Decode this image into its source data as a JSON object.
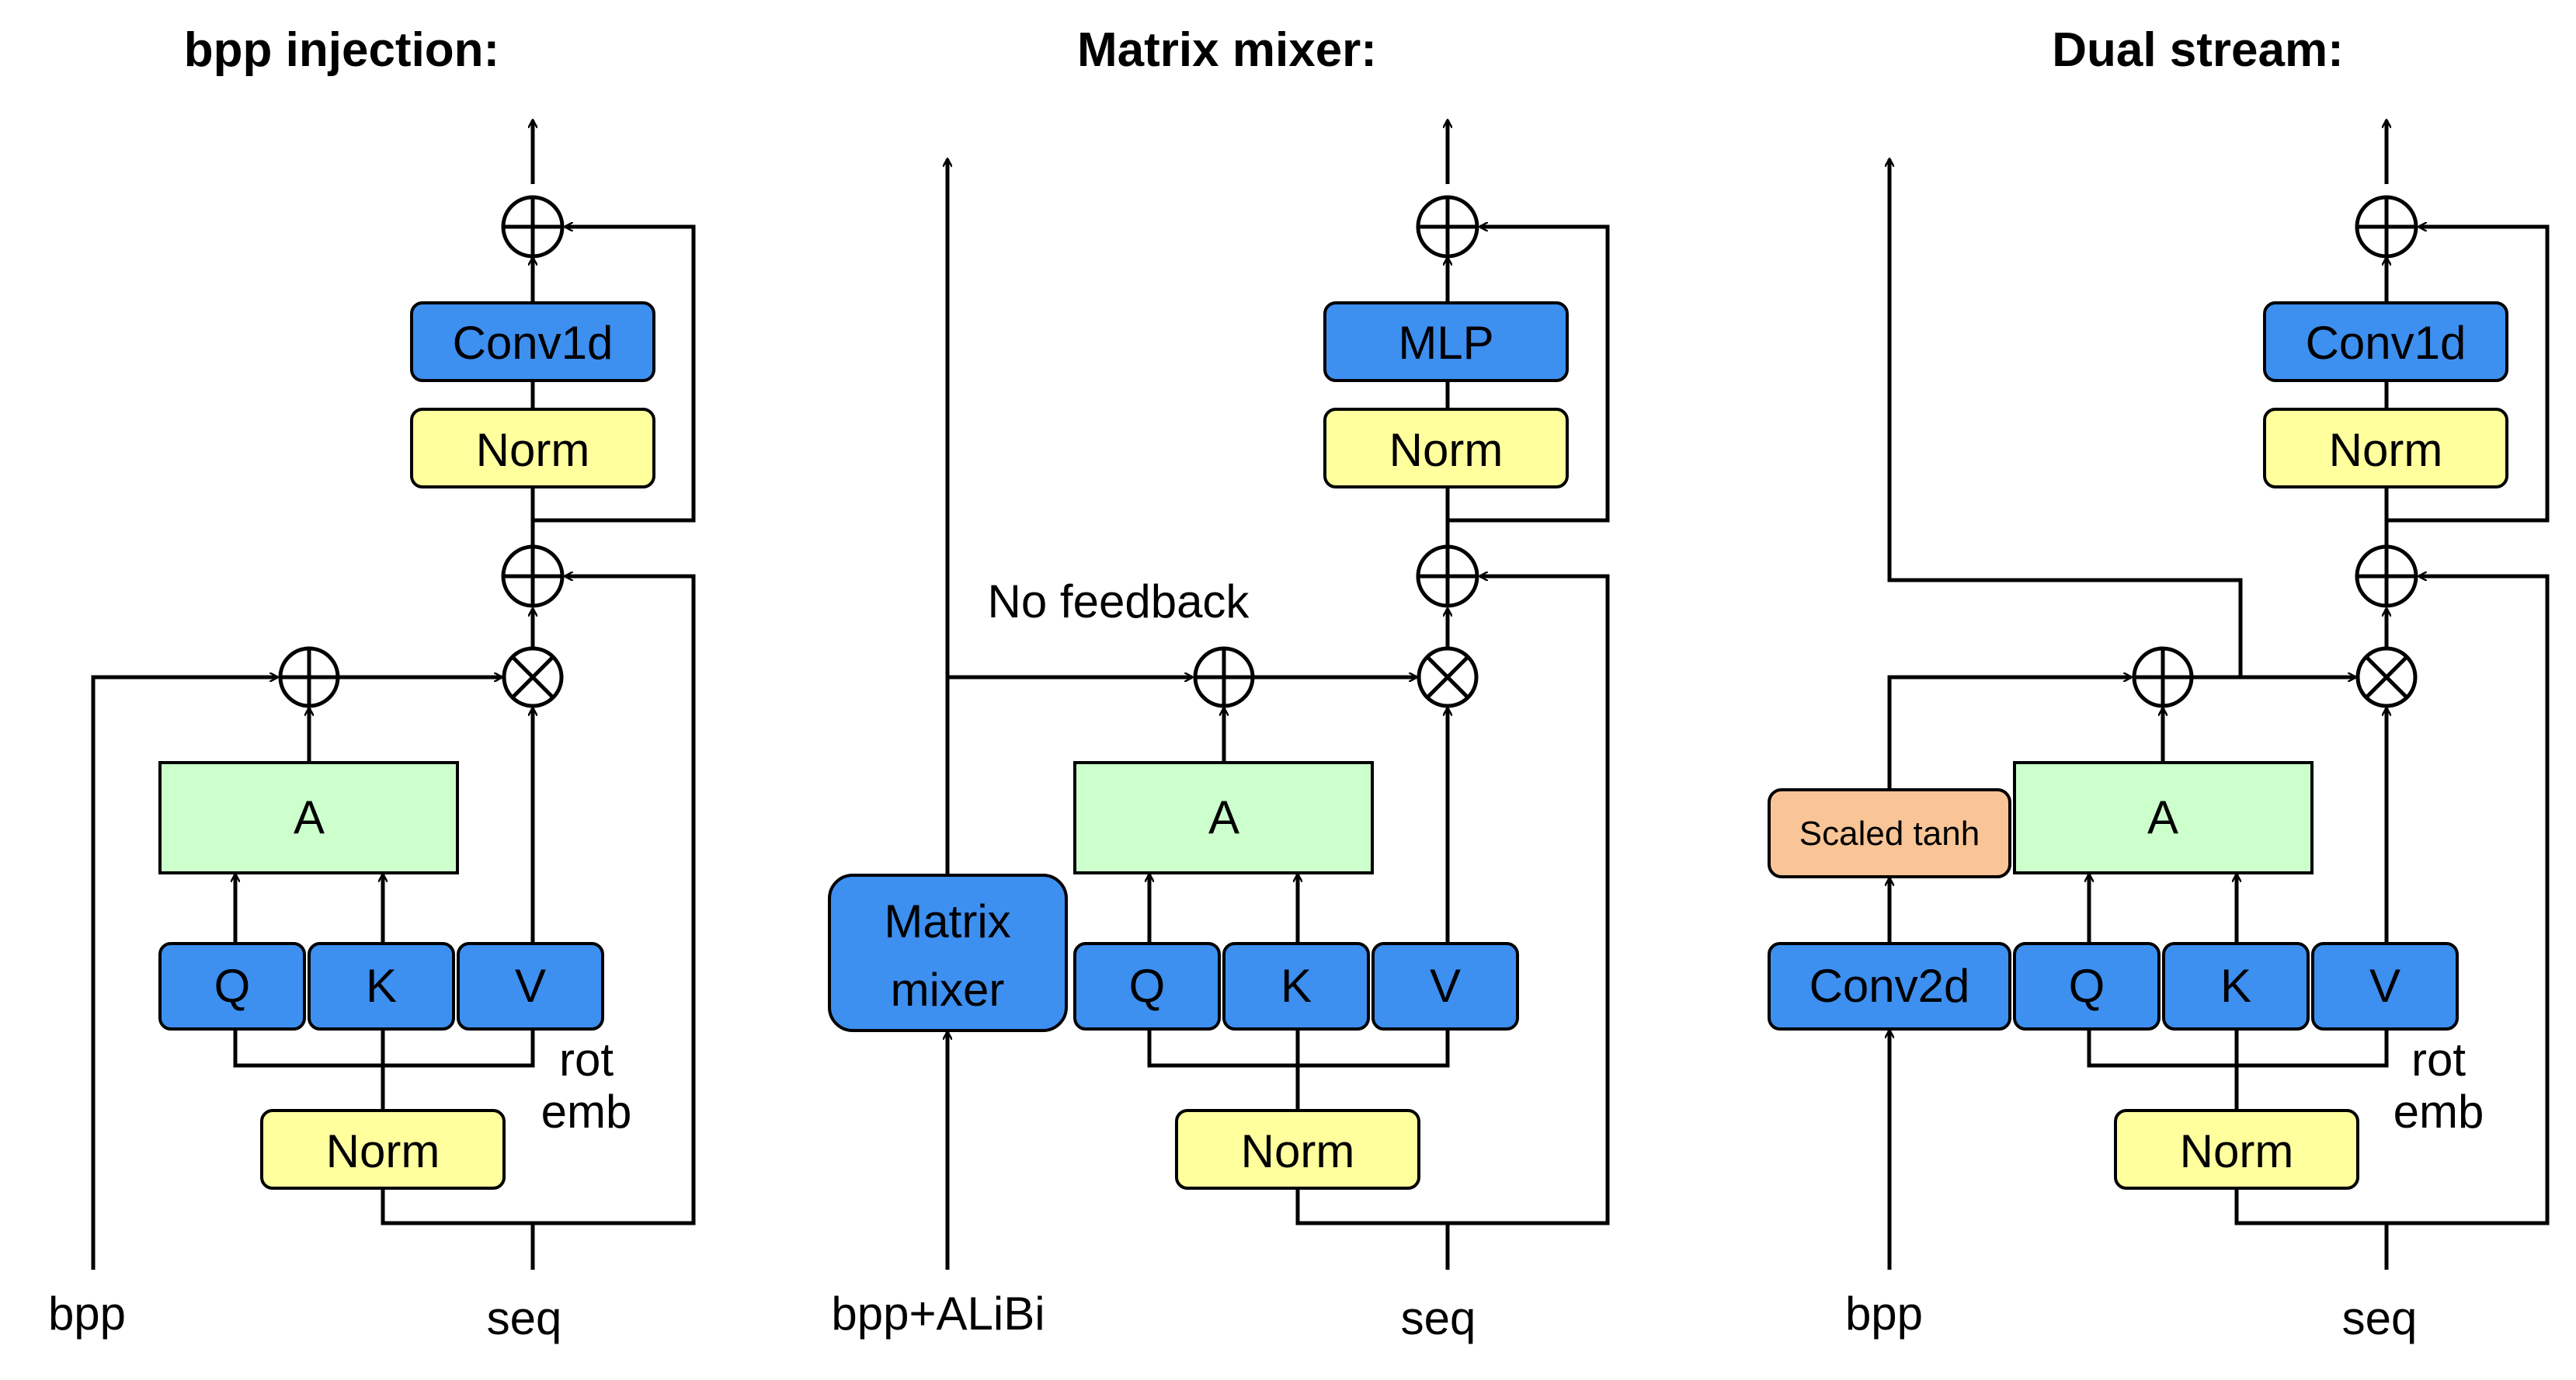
{
  "titles": {
    "bpp_injection": "bpp injection:",
    "matrix_mixer": "Matrix mixer:",
    "dual_stream": "Dual stream:"
  },
  "panel1": {
    "conv": "Conv1d",
    "norm_top": "Norm",
    "attn": "A",
    "q": "Q",
    "k": "K",
    "v": "V",
    "rot": "rot",
    "emb": "emb",
    "norm_bottom": "Norm",
    "input_left": "bpp",
    "input_right": "seq"
  },
  "panel2": {
    "mlp": "MLP",
    "norm_top": "Norm",
    "no_feedback": "No feedback",
    "attn": "A",
    "mixer_line1": "Matrix",
    "mixer_line2": "mixer",
    "q": "Q",
    "k": "K",
    "v": "V",
    "norm_bottom": "Norm",
    "input_left": "bpp+ALiBi",
    "input_right": "seq"
  },
  "panel3": {
    "conv": "Conv1d",
    "norm_top": "Norm",
    "scaled_tanh": "Scaled tanh",
    "attn": "A",
    "conv2d": "Conv2d",
    "q": "Q",
    "k": "K",
    "v": "V",
    "rot": "rot",
    "emb": "emb",
    "norm_bottom": "Norm",
    "input_left": "bpp",
    "input_right": "seq"
  },
  "colors": {
    "blue_block": "#3d8ff0",
    "norm_block": "#ffff9e",
    "attention_block": "#ccffcc",
    "tanh_block": "#f9c597"
  }
}
